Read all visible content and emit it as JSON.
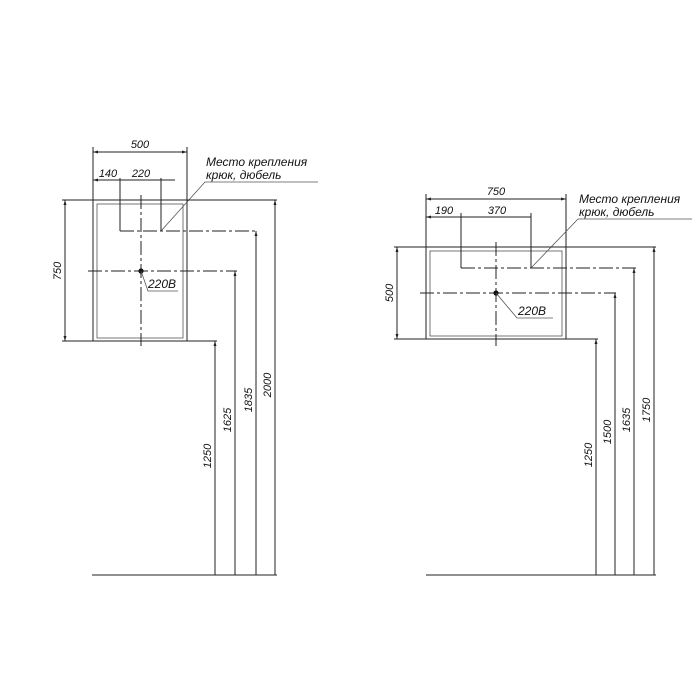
{
  "left": {
    "width": "500",
    "offset": "140",
    "hook_spacing": "220",
    "height": "750",
    "mount_label_1": "Место крепления",
    "mount_label_2": "крюк, дюбель",
    "power_label": "220В",
    "heights": [
      "1250",
      "1625",
      "1835",
      "2000"
    ]
  },
  "right": {
    "width": "750",
    "offset": "190",
    "hook_spacing": "370",
    "height": "500",
    "mount_label_1": "Место крепления",
    "mount_label_2": "крюк, дюбель",
    "power_label": "220В",
    "heights": [
      "1250",
      "1500",
      "1635",
      "1750"
    ]
  }
}
